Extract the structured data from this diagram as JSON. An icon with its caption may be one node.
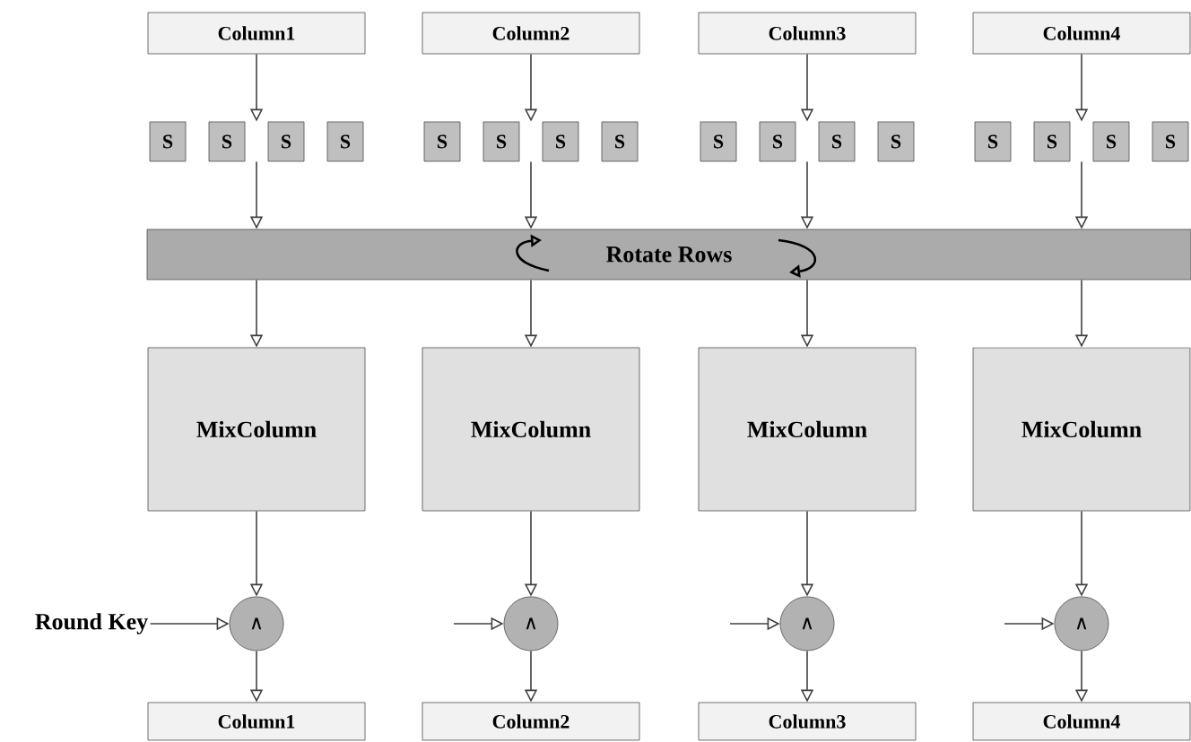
{
  "diagram": {
    "nodes": [
      {
        "text": [
          "Column1"
        ]
      },
      {
        "text": [
          "Column2"
        ]
      },
      {
        "text": [
          "Column3"
        ]
      },
      {
        "text": [
          "Column4"
        ]
      },
      {
        "text": [
          "S"
        ]
      },
      {
        "text": [
          "S"
        ]
      },
      {
        "text": [
          "S"
        ]
      },
      {
        "text": [
          "S"
        ]
      },
      {
        "text": [
          "S"
        ]
      },
      {
        "text": [
          "S"
        ]
      },
      {
        "text": [
          "S"
        ]
      },
      {
        "text": [
          "S"
        ]
      },
      {
        "text": [
          "S"
        ]
      },
      {
        "text": [
          "S"
        ]
      },
      {
        "text": [
          "S"
        ]
      },
      {
        "text": [
          "S"
        ]
      },
      {
        "text": [
          "S"
        ]
      },
      {
        "text": [
          "S"
        ]
      },
      {
        "text": [
          "S"
        ]
      },
      {
        "text": [
          "S"
        ]
      },
      {
        "text": [
          "Rotate Rows"
        ]
      },
      {
        "text": [
          "MixColumn"
        ]
      },
      {
        "text": [
          "MixColumn"
        ]
      },
      {
        "text": [
          "MixColumn"
        ]
      },
      {
        "text": [
          "MixColumn"
        ]
      },
      {
        "text": [
          "∧"
        ]
      },
      {
        "text": [
          "∧"
        ]
      },
      {
        "text": [
          "∧"
        ]
      },
      {
        "text": [
          "∧"
        ]
      },
      {
        "text": [
          "Column1"
        ]
      },
      {
        "text": [
          "Column2"
        ]
      },
      {
        "text": [
          "Column3"
        ]
      },
      {
        "text": [
          "Column4"
        ]
      },
      {
        "text": [
          "Round Key"
        ]
      }
    ],
    "edges": [
      {
        "from": 0,
        "to": 6,
        "arrow": "to"
      },
      {
        "from": 1,
        "to": 9,
        "arrow": "to"
      },
      {
        "from": 2,
        "to": 13,
        "arrow": "to"
      },
      {
        "from": 3,
        "to": 17,
        "arrow": "to"
      },
      {
        "from": 6,
        "to": 20,
        "arrow": "to"
      },
      {
        "from": 9,
        "to": 20,
        "arrow": "to"
      },
      {
        "from": 13,
        "to": 20,
        "arrow": "to"
      },
      {
        "from": 17,
        "to": 20,
        "arrow": "to"
      },
      {
        "from": 20,
        "to": 21,
        "arrow": "to"
      },
      {
        "from": 20,
        "to": 22,
        "arrow": "to"
      },
      {
        "from": 20,
        "to": 23,
        "arrow": "to"
      },
      {
        "from": 20,
        "to": 24,
        "arrow": "to"
      },
      {
        "from": 21,
        "to": 25,
        "arrow": "to"
      },
      {
        "from": 22,
        "to": 26,
        "arrow": "to"
      },
      {
        "from": 23,
        "to": 27,
        "arrow": "to"
      },
      {
        "from": 24,
        "to": 28,
        "arrow": "to"
      },
      {
        "from": 33,
        "to": 25,
        "arrow": "to"
      },
      {
        "from": null,
        "to": 26,
        "arrow": "to"
      },
      {
        "from": null,
        "to": 27,
        "arrow": "to"
      },
      {
        "from": null,
        "to": 28,
        "arrow": "to"
      },
      {
        "from": 25,
        "to": 29,
        "arrow": "to"
      },
      {
        "from": 26,
        "to": 30,
        "arrow": "to"
      },
      {
        "from": 27,
        "to": 31,
        "arrow": "to"
      },
      {
        "from": 28,
        "to": 32,
        "arrow": "to"
      }
    ]
  }
}
